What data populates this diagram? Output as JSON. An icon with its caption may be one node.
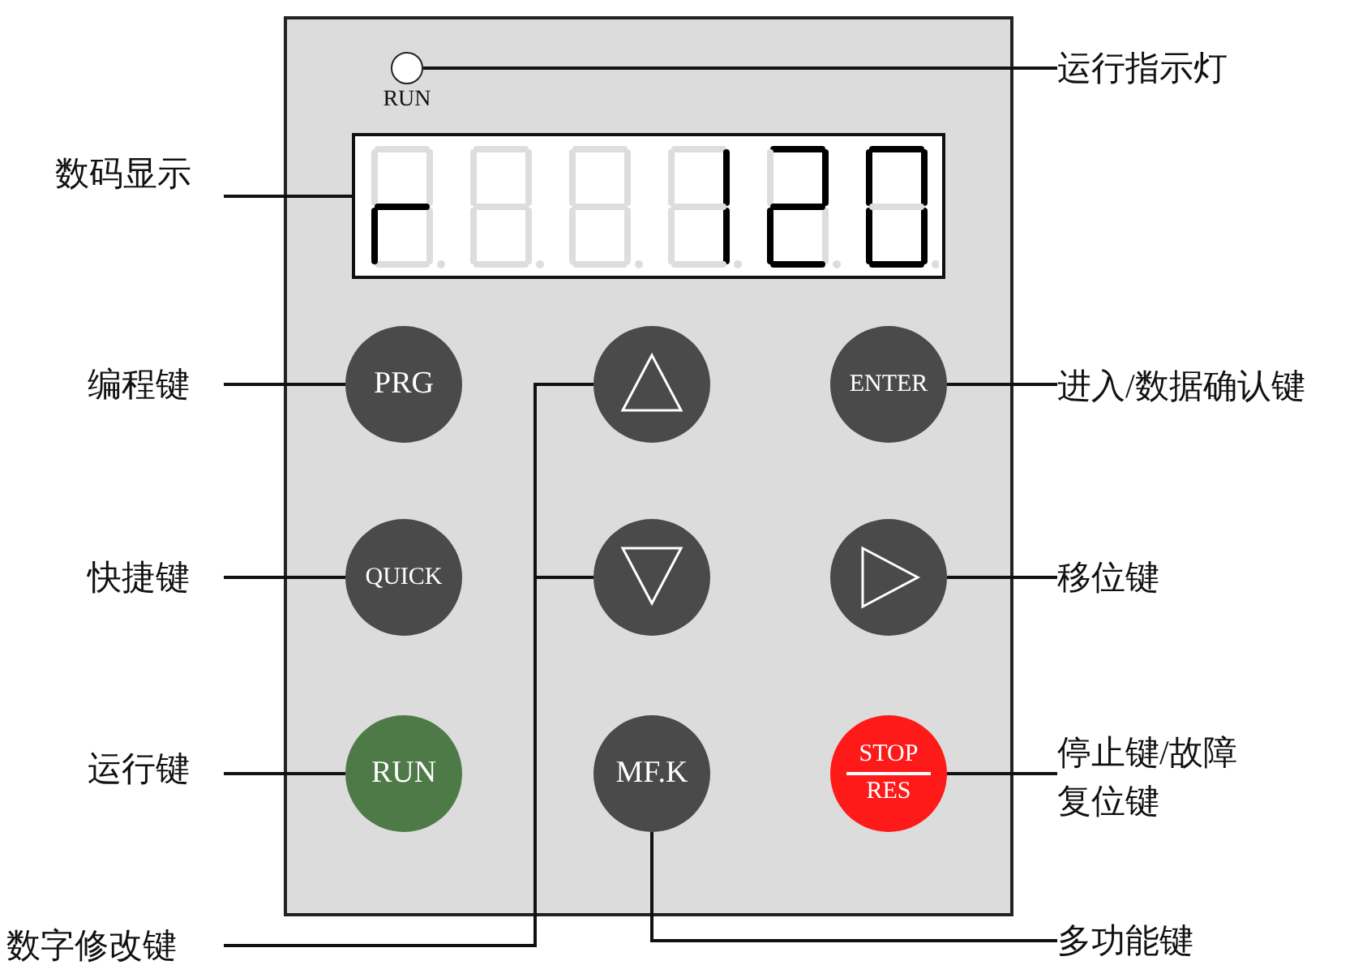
{
  "diagram": {
    "nodes": [
      {
        "text": [],
        "shape": "box"
      },
      {
        "text": [],
        "shape": "circle",
        "in": 0,
        "beside": [
          "RUN"
        ]
      },
      {
        "text": [
          "运行指示灯"
        ]
      },
      {
        "text": [
          "数码显示"
        ]
      },
      {
        "text": [],
        "shape": "box",
        "in": 0
      },
      {
        "text": [
          "编程键"
        ]
      },
      {
        "text": [
          "PRG"
        ],
        "in": 0
      },
      {
        "text": [],
        "shape": "circle",
        "in": 0
      },
      {
        "text": [
          "ENTER"
        ],
        "in": 0
      },
      {
        "text": [
          "进入/数据确认键"
        ]
      },
      {
        "text": [
          "快捷键"
        ]
      },
      {
        "text": [
          "QUICK"
        ],
        "in": 0
      },
      {
        "text": [],
        "shape": "circle",
        "in": 0
      },
      {
        "text": [],
        "shape": "circle",
        "in": 0
      },
      {
        "text": [
          "移位键"
        ]
      },
      {
        "text": [
          "运行键"
        ]
      },
      {
        "text": [
          "RUN"
        ],
        "in": 0
      },
      {
        "text": [
          "MF.K"
        ],
        "in": 0
      },
      {
        "text": [
          "STOP",
          "RES"
        ],
        "in": 0
      },
      {
        "text": [
          "停止键/故障复位键"
        ]
      },
      {
        "text": [
          "数字修改键"
        ]
      },
      {
        "text": [
          "多功能键"
        ]
      }
    ],
    "edges": [
      {
        "from": 2,
        "to": 1,
        "arrow": "none"
      },
      {
        "from": 3,
        "to": 4,
        "arrow": "none"
      },
      {
        "from": 5,
        "to": 6,
        "arrow": "none"
      },
      {
        "from": 9,
        "to": 8,
        "arrow": "none"
      },
      {
        "from": 10,
        "to": 11,
        "arrow": "none"
      },
      {
        "from": 14,
        "to": 13,
        "arrow": "none"
      },
      {
        "from": 15,
        "to": 16,
        "arrow": "none"
      },
      {
        "from": 19,
        "to": 18,
        "arrow": "none"
      },
      {
        "from": 20,
        "to": 7,
        "arrow": "none"
      },
      {
        "from": 20,
        "to": 12,
        "arrow": "none"
      },
      {
        "from": 21,
        "to": 17,
        "arrow": "none"
      }
    ]
  }
}
